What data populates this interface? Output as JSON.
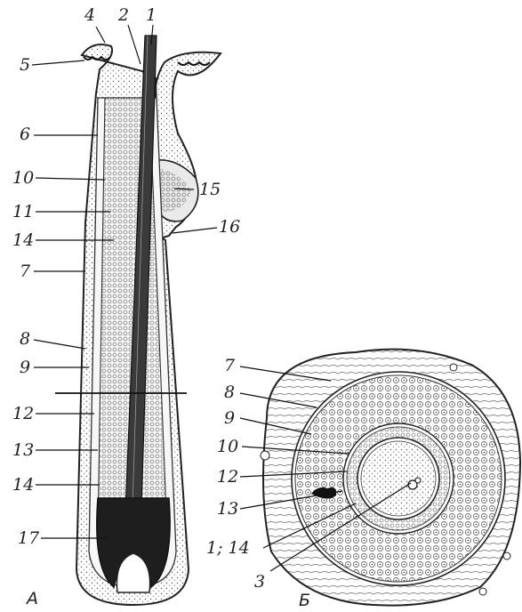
{
  "figure": {
    "panel_a": "A",
    "panel_b": "Б",
    "colors": {
      "ink": "#222222",
      "stipple": "#555555",
      "paper": "#ffffff",
      "fill": "#f2f2f2"
    }
  },
  "labels_a": {
    "l1": "1",
    "l2": "2",
    "l4": "4",
    "l5": "5",
    "l6": "6",
    "l10": "10",
    "l11": "11",
    "l14": "14",
    "l7": "7",
    "l15": "15",
    "l16": "16",
    "l8": "8",
    "l9": "9",
    "l12": "12",
    "l13": "13",
    "l14b": "14",
    "l17": "17"
  },
  "labels_b": {
    "l7": "7",
    "l8": "8",
    "l9": "9",
    "l10": "10",
    "l12": "12",
    "l13": "13",
    "l1_14": "1; 14",
    "l3": "3"
  }
}
